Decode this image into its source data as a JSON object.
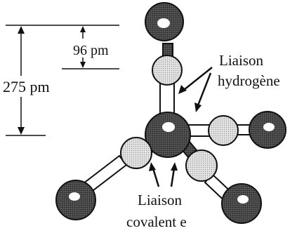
{
  "labels": {
    "distance_long": "275 pm",
    "distance_short": "96 pm",
    "hydrogen_bond_line1": "Liaison",
    "hydrogen_bond_line2": "hydrogène",
    "covalent_bond_line1": "Liaison",
    "covalent_bond_line2": "covalent e"
  },
  "colors": {
    "oxygen_fill": "#4a4a4a",
    "hydrogen_fill": "#d6d6d6",
    "bond_fill": "#ffffff",
    "ink": "#111111"
  }
}
